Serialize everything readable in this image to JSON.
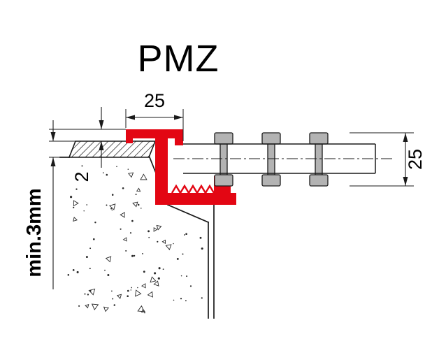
{
  "title": "PMZ",
  "dimensions": {
    "profile_width_mm": "25",
    "insert_height_mm": "25",
    "edge_height_mm": "2",
    "min_tile_thickness": "min.3mm"
  },
  "colors": {
    "profile_red": "#e30613",
    "insert_gray": "#b3b3b3"
  }
}
